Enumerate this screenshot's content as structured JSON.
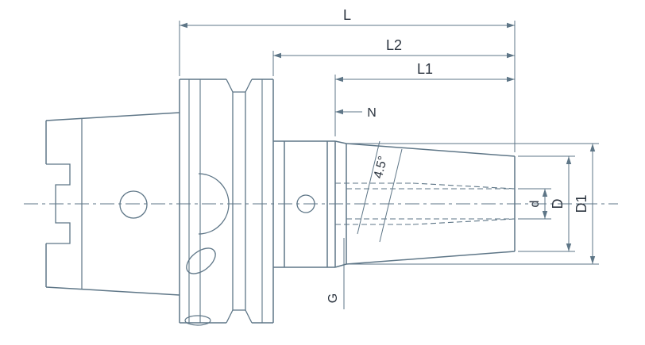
{
  "meta": {
    "background_color": "#ffffff",
    "line_color": "#5e7687",
    "text_color": "#2c3540",
    "drawing_kind": "tool-holder-section-view"
  },
  "labels": {
    "total_length": "L",
    "length_l2": "L2",
    "length_l1": "L1",
    "dim_n": "N",
    "taper_angle": "4.5°",
    "bore_diameter": "d",
    "nose_diameter": "D",
    "body_diameter": "D1",
    "thread": "G"
  }
}
